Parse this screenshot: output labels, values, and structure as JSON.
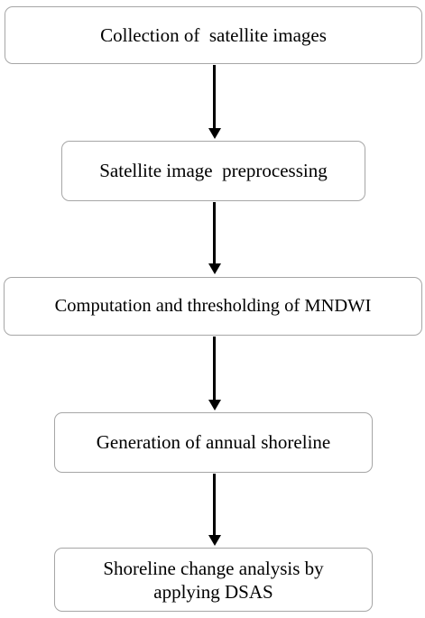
{
  "flowchart": {
    "steps": [
      {
        "label": "Collection of  satellite images"
      },
      {
        "label": "Satellite image  preprocessing"
      },
      {
        "label": "Computation and thresholding of MNDWI"
      },
      {
        "label": "Generation of annual shoreline"
      },
      {
        "label": "Shoreline change analysis by applying DSAS"
      }
    ]
  },
  "colors": {
    "box_border": "#a6a6a6",
    "arrow": "#000000",
    "text": "#000000",
    "background": "#ffffff"
  }
}
